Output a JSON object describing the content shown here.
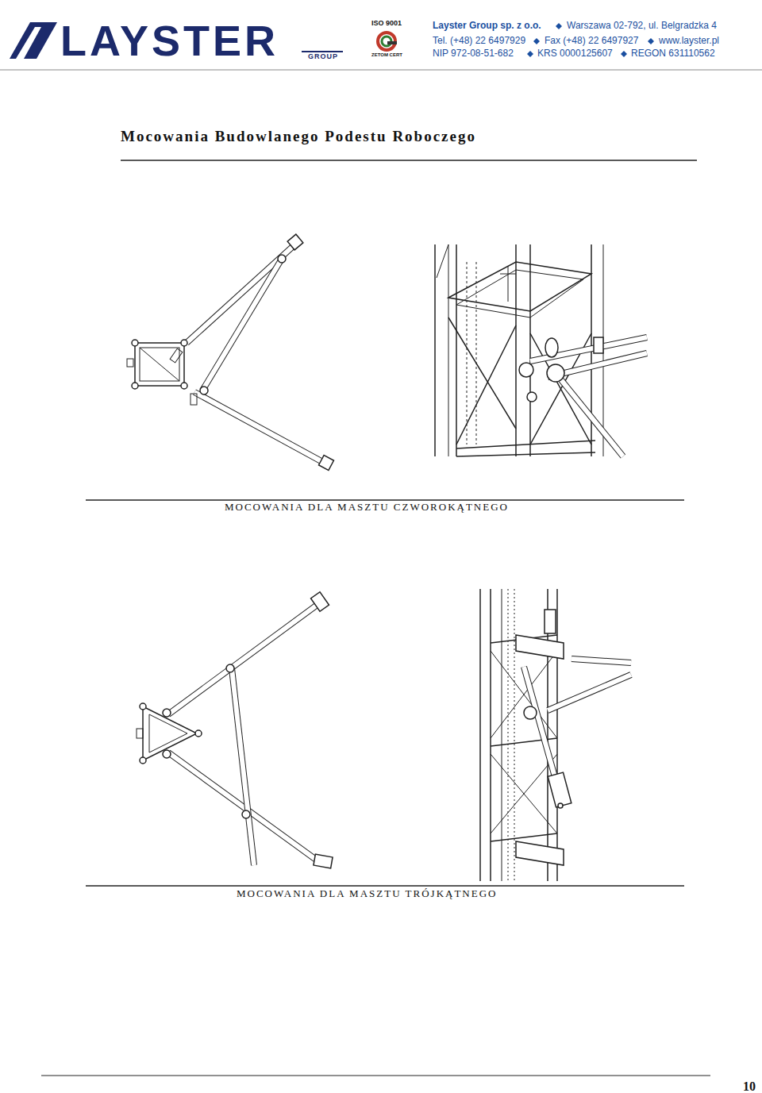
{
  "diagram": {
    "title": "Mocowania Budowlanego Podestu Roboczego",
    "labels": [
      "LAYSTER",
      "GROUP",
      "ISO 9001",
      "ZETOM CERT",
      "Layster Group sp. z o.o.",
      "Warszawa 02-792, ul. Belgradzka 4",
      "Tel. (+48) 22 6497929",
      "Fax (+48) 22 6497927",
      "www.layster.pl",
      "NIP 972-08-51-682",
      "KRS 0000125607",
      "REGON 631110562",
      "MOCOWANIA DLA MASZTU CZWOROKĄTNEGO",
      "MOCOWANIA DLA MASZTU TRÓJKĄTNEGO",
      "10"
    ]
  }
}
